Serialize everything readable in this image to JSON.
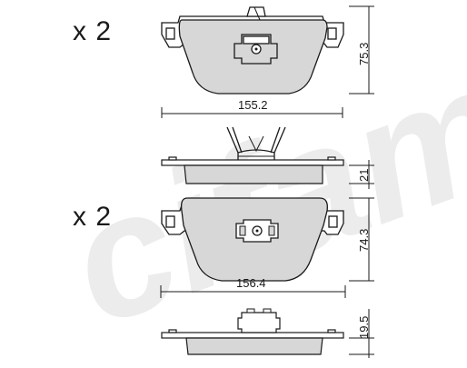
{
  "quantities": {
    "top": "x 2",
    "bottom": "x 2"
  },
  "dimensions": {
    "pad1_height": "75.3",
    "pad1_width": "155.2",
    "pad1_thickness": "21",
    "pad2_height": "74.3",
    "pad2_width": "156.4",
    "pad2_thickness": "19.5"
  },
  "watermark": "cifam",
  "colors": {
    "pad_fill": "#d7d7d7",
    "line": "#1a1a1a",
    "watermark": "#e6e6e6"
  }
}
